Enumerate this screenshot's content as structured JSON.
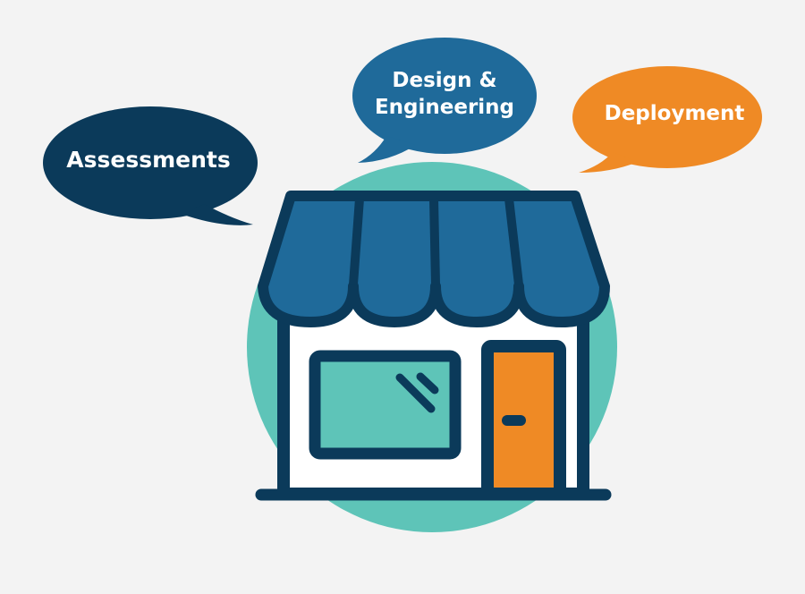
{
  "bubbles": {
    "assessments": {
      "label": "Assessments",
      "color": "#0b3a5a"
    },
    "design": {
      "line1": "Design &",
      "line2": "Engineering",
      "color": "#1f6a9a"
    },
    "deployment": {
      "label": "Deployment",
      "color": "#ef8a25"
    }
  },
  "colors": {
    "background": "#f3f3f3",
    "circle": "#5ec4b8",
    "outline": "#0b3a5a",
    "awning": "#1f6a9a",
    "window": "#5ec4b8",
    "door": "#ef8a25",
    "wall": "#ffffff"
  },
  "icons": [
    "speech-bubble",
    "storefront-icon",
    "awning",
    "window",
    "door"
  ]
}
